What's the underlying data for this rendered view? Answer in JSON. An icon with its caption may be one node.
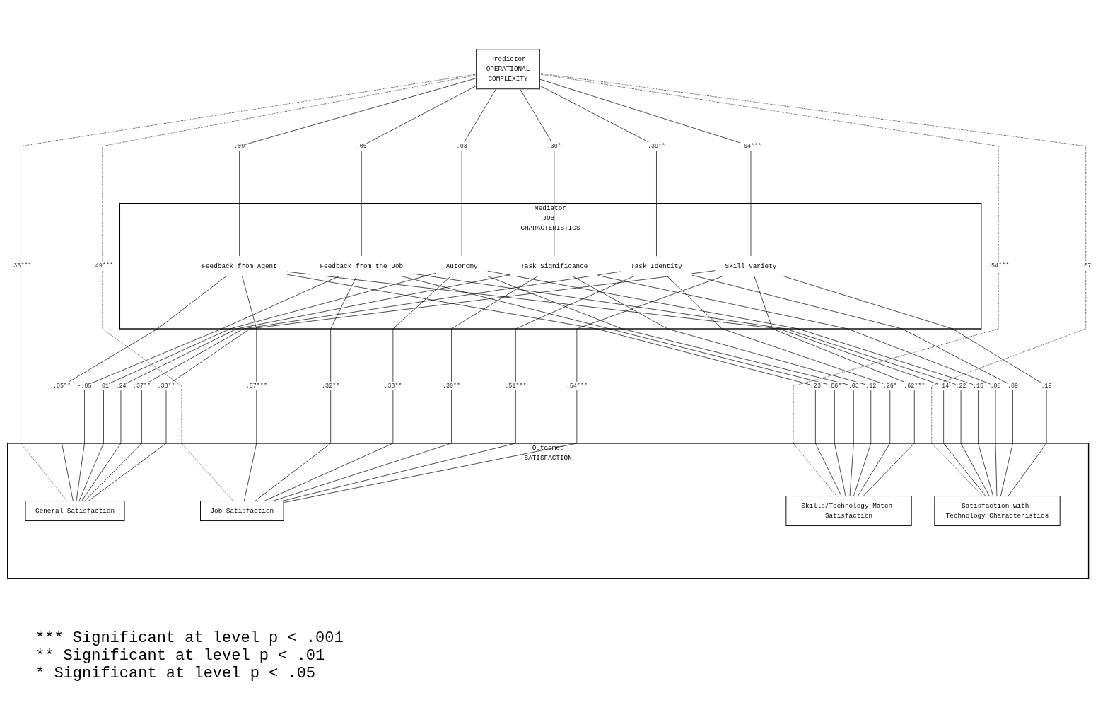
{
  "diagram": {
    "nodes": [
      {
        "text": [
          "Mediator",
          "JOB CHARACTERISTICS"
        ]
      },
      {
        "text": [
          "Skill Variety"
        ],
        "in": 0
      },
      {
        "text": [
          "Task Identity"
        ],
        "in": 0
      },
      {
        "text": [
          "Task Significance"
        ],
        "in": 0
      },
      {
        "text": [
          "Autonomy"
        ],
        "in": 0
      },
      {
        "text": [
          "Feedback from the Job"
        ],
        "in": 0
      },
      {
        "text": [
          "Feedback from Agent"
        ],
        "in": 0
      },
      {
        "text": [
          "Predictor",
          "OPERATIONAL",
          "COMPLEXITY"
        ]
      },
      {
        "text": [
          "Outcomes",
          "SATISFACTION"
        ]
      },
      {
        "text": [
          "General Satisfaction"
        ],
        "in": 8
      },
      {
        "text": [
          "Job Satisfaction"
        ],
        "in": 8
      },
      {
        "text": [
          "Skills/Technology Match Satisfaction"
        ],
        "in": 8
      },
      {
        "text": [
          "Satisfaction with Technology Characteristics"
        ],
        "in": 8
      }
    ],
    "edges": [
      {
        "from": 7,
        "to": 1,
        "arrow": "none",
        "label": ".64***"
      },
      {
        "from": 7,
        "to": 2,
        "arrow": "none",
        "label": ".39**"
      },
      {
        "from": 7,
        "to": 3,
        "arrow": "none",
        "label": ".30*"
      },
      {
        "from": 7,
        "to": 4,
        "arrow": "none",
        "label": ".03"
      },
      {
        "from": 7,
        "to": 5,
        "arrow": "none",
        "label": ".05"
      },
      {
        "from": 7,
        "to": 6,
        "arrow": "none",
        "label": ".09"
      },
      {
        "from": 7,
        "to": 9,
        "arrow": "none",
        "label": ".36***",
        "style": "dashed"
      },
      {
        "from": 7,
        "to": 10,
        "arrow": "none",
        "label": ".49***",
        "style": "dashed"
      },
      {
        "from": 7,
        "to": 11,
        "arrow": "none",
        "label": ".54***",
        "style": "dashed"
      },
      {
        "from": 7,
        "to": 12,
        "arrow": "none",
        "label": ".07",
        "style": "dashed"
      },
      {
        "from": 6,
        "to": 9,
        "arrow": "none",
        "label": ".35**"
      },
      {
        "from": 5,
        "to": 9,
        "arrow": "none",
        "label": "-.05"
      },
      {
        "from": 4,
        "to": 9,
        "arrow": "none",
        "label": ".01"
      },
      {
        "from": 3,
        "to": 9,
        "arrow": "none",
        "label": ".24"
      },
      {
        "from": 2,
        "to": 9,
        "arrow": "none",
        "label": ".37**"
      },
      {
        "from": 1,
        "to": 9,
        "arrow": "none",
        "label": ".33**"
      },
      {
        "from": 6,
        "to": 10,
        "arrow": "none",
        "label": ".57***"
      },
      {
        "from": 5,
        "to": 10,
        "arrow": "none",
        "label": ".32**"
      },
      {
        "from": 4,
        "to": 10,
        "arrow": "none",
        "label": ".33**"
      },
      {
        "from": 3,
        "to": 10,
        "arrow": "none",
        "label": ".30**"
      },
      {
        "from": 2,
        "to": 10,
        "arrow": "none",
        "label": ".51***"
      },
      {
        "from": 1,
        "to": 10,
        "arrow": "none",
        "label": ".54***"
      },
      {
        "from": 6,
        "to": 11,
        "arrow": "none",
        "label": ".23"
      },
      {
        "from": 5,
        "to": 11,
        "arrow": "none",
        "label": ".06*"
      },
      {
        "from": 4,
        "to": 11,
        "arrow": "none",
        "label": ".03"
      },
      {
        "from": 3,
        "to": 11,
        "arrow": "none",
        "label": ".12"
      },
      {
        "from": 2,
        "to": 11,
        "arrow": "none",
        "label": ".26*"
      },
      {
        "from": 1,
        "to": 11,
        "arrow": "none",
        "label": ".62***"
      },
      {
        "from": 6,
        "to": 12,
        "arrow": "none",
        "label": ".14"
      },
      {
        "from": 5,
        "to": 12,
        "arrow": "none",
        "label": ".22"
      },
      {
        "from": 4,
        "to": 12,
        "arrow": "none",
        "label": ".15"
      },
      {
        "from": 3,
        "to": 12,
        "arrow": "none",
        "label": ".08"
      },
      {
        "from": 2,
        "to": 12,
        "arrow": "none",
        "label": ".09"
      },
      {
        "from": 1,
        "to": 12,
        "arrow": "none",
        "label": ".19"
      }
    ],
    "legend": [
      {
        "text": "*** Significant at level p < .001"
      },
      {
        "text": "** Significant at level p < .01"
      },
      {
        "text": "* Significant at level p < .05"
      }
    ]
  }
}
